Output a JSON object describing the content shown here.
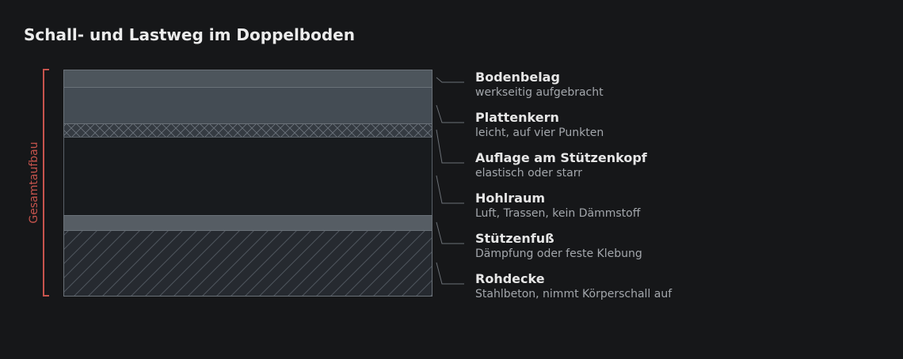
{
  "title": "Schall- und Lastweg im Doppelboden",
  "total_label": "Gesamtaufbau",
  "layers": [
    {
      "name": "Bodenbelag",
      "desc": "werkseitig aufgebracht"
    },
    {
      "name": "Plattenkern",
      "desc": "leicht, auf vier Punkten"
    },
    {
      "name": "Auflage am Stützenkopf",
      "desc": "elastisch oder starr"
    },
    {
      "name": "Hohlraum",
      "desc": "Luft, Trassen, kein Dämmstoff"
    },
    {
      "name": "Stützenfuß",
      "desc": "Dämpfung oder feste Klebung"
    },
    {
      "name": "Rohdecke",
      "desc": "Stahlbeton, nimmt Körperschall auf"
    }
  ],
  "colors": {
    "background": "#161719",
    "bracket": "#c7544d",
    "layer_fill": "#4a5259",
    "cavity_fill": "#181b1e",
    "base_fill": "#262a30"
  }
}
